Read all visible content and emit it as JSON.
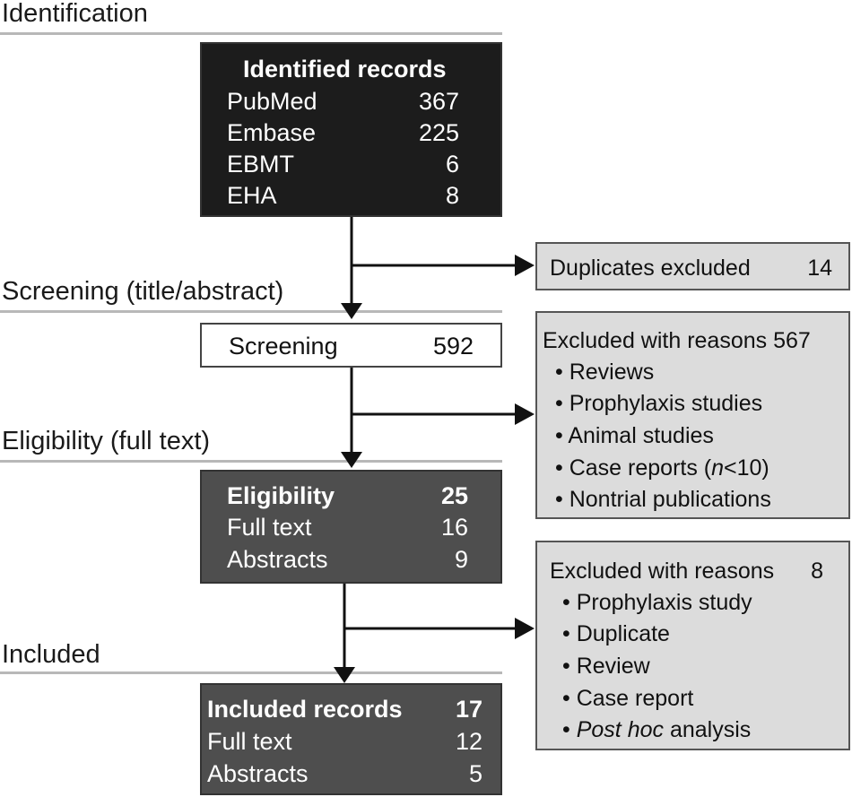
{
  "stages": {
    "identification": "Identification",
    "screening": "Screening (title/abstract)",
    "eligibility": "Eligibility (full text)",
    "included": "Included"
  },
  "identified": {
    "title": "Identified records",
    "rows": [
      {
        "label": "PubMed",
        "value": "367"
      },
      {
        "label": "Embase",
        "value": "225"
      },
      {
        "label": "EBMT",
        "value": "6"
      },
      {
        "label": "EHA",
        "value": "8"
      }
    ]
  },
  "duplicates": {
    "label": "Duplicates excluded",
    "value": "14"
  },
  "screening": {
    "label": "Screening",
    "value": "592"
  },
  "excluded1": {
    "title": "Excluded with reasons 567",
    "items": [
      "Reviews",
      "Prophylaxis studies",
      "Animal studies",
      "Case reports (",
      "Nontrial publications"
    ],
    "case_n": "n",
    "case_rest": "<10)"
  },
  "eligibility": {
    "title": "Eligibility",
    "title_value": "25",
    "rows": [
      {
        "label": "Full text",
        "value": "16"
      },
      {
        "label": "Abstracts",
        "value": "9"
      }
    ]
  },
  "excluded2": {
    "title": "Excluded with reasons",
    "title_value": "8",
    "items": [
      "Prophylaxis study",
      "Duplicate",
      "Review",
      "Case report"
    ],
    "posthoc_italic": "Post hoc",
    "posthoc_rest": " analysis"
  },
  "included": {
    "title": "Included records",
    "title_value": "17",
    "rows": [
      {
        "label": "Full text",
        "value": "12"
      },
      {
        "label": "Abstracts",
        "value": "5"
      }
    ]
  },
  "bullet_char": "•"
}
